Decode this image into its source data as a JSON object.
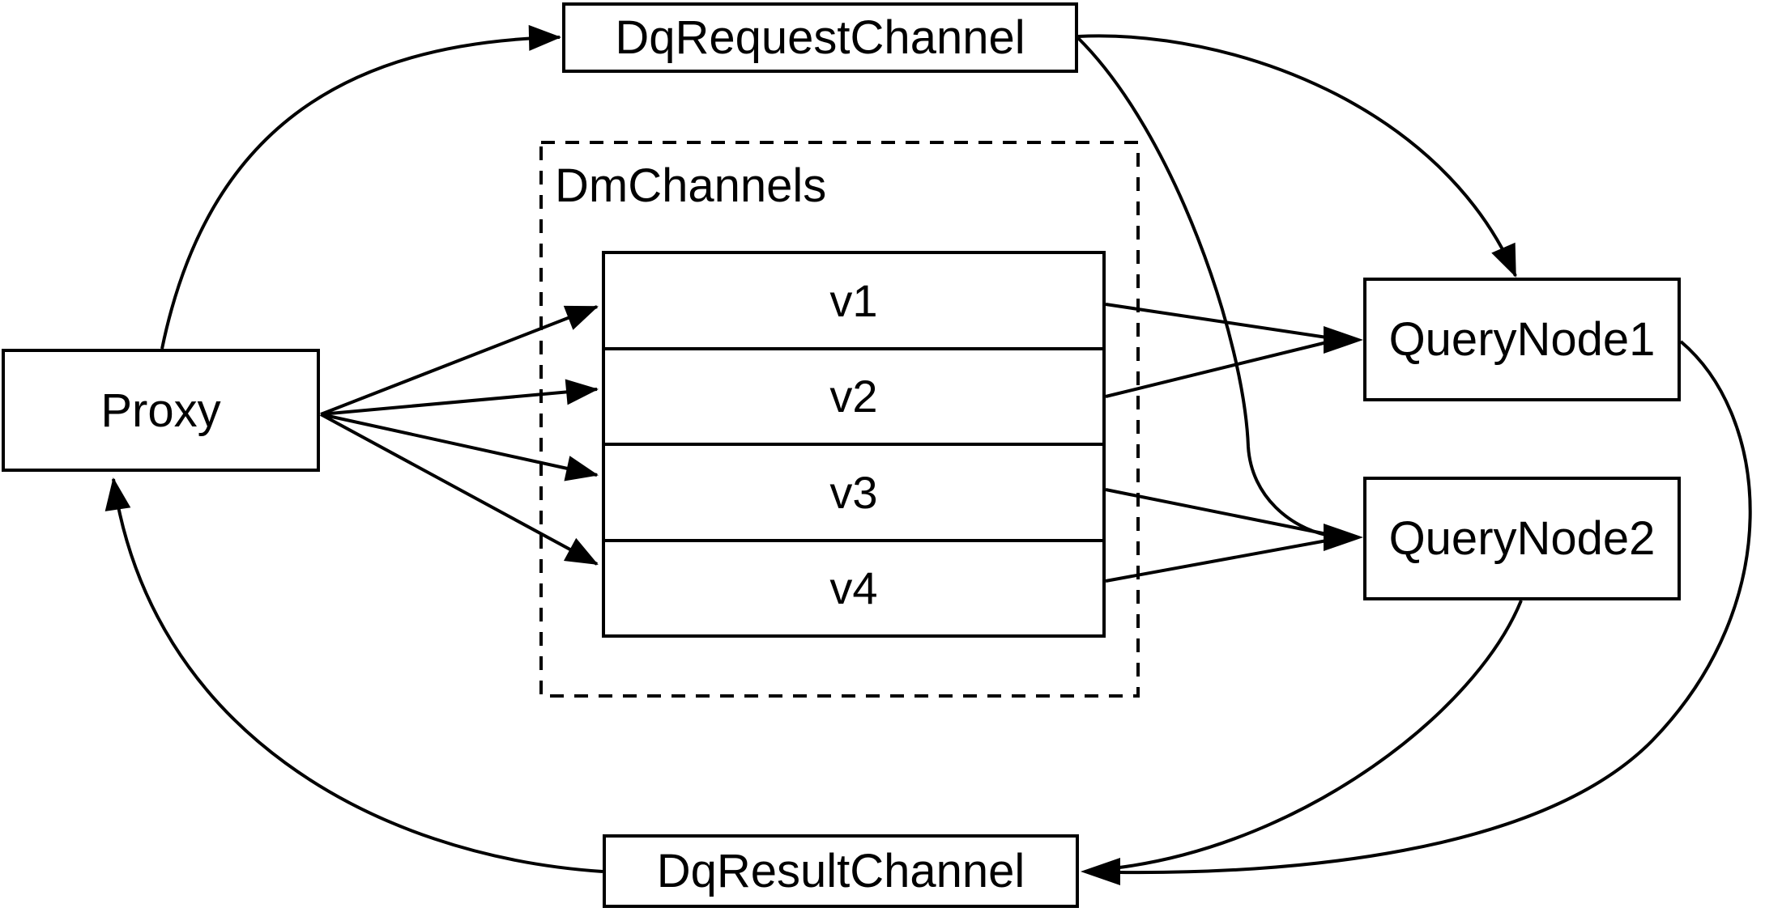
{
  "diagram": {
    "background_color": "#ffffff",
    "line_color": "#000000",
    "text_color": "#000000",
    "nodes": {
      "proxy": {
        "label": "Proxy",
        "shape": "rectangle"
      },
      "dq_request_channel": {
        "label": "DqRequestChannel",
        "shape": "rectangle"
      },
      "dm_channels": {
        "label": "DmChannels",
        "shape": "dashed-group",
        "channels": [
          "v1",
          "v2",
          "v3",
          "v4"
        ]
      },
      "query_node_1": {
        "label": "QueryNode1",
        "shape": "rectangle"
      },
      "query_node_2": {
        "label": "QueryNode2",
        "shape": "rectangle"
      },
      "dq_result_channel": {
        "label": "DqResultChannel",
        "shape": "rectangle"
      }
    },
    "edges": [
      {
        "from": "Proxy",
        "to": "DqRequestChannel",
        "style": "curved-arrow"
      },
      {
        "from": "DqRequestChannel",
        "to": "QueryNode1",
        "style": "curved-arrow"
      },
      {
        "from": "DqRequestChannel",
        "to": "QueryNode2",
        "style": "curved-arrow"
      },
      {
        "from": "Proxy",
        "to": "v1",
        "style": "straight-arrow"
      },
      {
        "from": "Proxy",
        "to": "v2",
        "style": "straight-arrow"
      },
      {
        "from": "Proxy",
        "to": "v3",
        "style": "straight-arrow"
      },
      {
        "from": "Proxy",
        "to": "v4",
        "style": "straight-arrow"
      },
      {
        "from": "v1",
        "to": "QueryNode1",
        "style": "straight-arrow"
      },
      {
        "from": "v2",
        "to": "QueryNode1",
        "style": "straight-arrow"
      },
      {
        "from": "v3",
        "to": "QueryNode2",
        "style": "straight-arrow"
      },
      {
        "from": "v4",
        "to": "QueryNode2",
        "style": "straight-arrow"
      },
      {
        "from": "QueryNode1",
        "to": "DqResultChannel",
        "style": "curved-arrow"
      },
      {
        "from": "QueryNode2",
        "to": "DqResultChannel",
        "style": "curved-arrow"
      },
      {
        "from": "DqResultChannel",
        "to": "Proxy",
        "style": "curved-arrow"
      }
    ]
  }
}
